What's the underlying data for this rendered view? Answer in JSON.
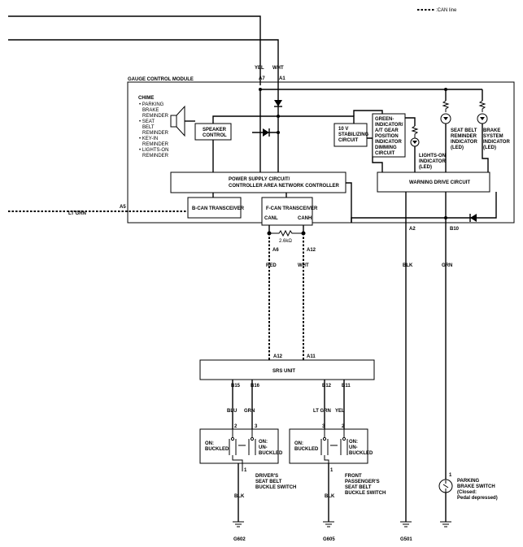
{
  "legend": {
    "can_line": ":CAN line"
  },
  "gauge": {
    "title": "GAUGE CONTROL MODULE",
    "chime": [
      "CHIME",
      "• PARKING",
      "BRAKE",
      "REMINDER",
      "• SEAT",
      "BELT",
      "REMINDER",
      "• KEY-IN",
      "REMINDER",
      "• LIGHTS-ON",
      "REMINDER"
    ],
    "speaker_control": [
      "SPEAKER",
      "CONTROL"
    ],
    "stabilizing": [
      "10 V",
      "STABILIZING",
      "CIRCUIT"
    ],
    "green_indicator": [
      "GREEN-",
      "INDICATOR/",
      "A/T GEAR",
      "POSITION",
      "INDICATOR",
      "DIMMING",
      "CIRCUIT"
    ],
    "lights_on": [
      "LIGHTS-ON",
      "INDICATOR",
      "(LED)"
    ],
    "seat_belt_led": [
      "SEAT BELT",
      "REMINDER",
      "INDICATOR",
      "(LED)"
    ],
    "brake_led": [
      "BRAKE",
      "SYSTEM",
      "INDICATOR",
      "(LED)"
    ],
    "power_supply": [
      "POWER SUPPLY CIRCUIT/",
      "CONTROLLER AREA NETWORK CONTROLLER"
    ],
    "warning_drive": "WARNING DRIVE CIRCUIT",
    "b_can": "B-CAN TRANSCEIVER",
    "f_can": "F-CAN TRANSCEIVER",
    "canl": "CANL",
    "canh": "CANH",
    "resistor": "2.6kΩ"
  },
  "wires": {
    "yel": "YEL",
    "wht": "WHT",
    "a7": "A7",
    "a1": "A1",
    "ltgrn": "LT GRN",
    "a5": "A5",
    "a6": "A6",
    "a12": "A12",
    "red": "RED",
    "wht2": "WHT",
    "a2": "A2",
    "blk_a2": "BLK",
    "b10": "B10",
    "grn_b10": "GRN"
  },
  "srs": {
    "title": "SRS UNIT",
    "a12": "A12",
    "a11": "A11",
    "b15": "B15",
    "b16": "B16",
    "b12": "B12",
    "b11": "B11",
    "blu": "BLU",
    "grn": "GRN",
    "ltgrn": "LT GRN",
    "yel": "YEL"
  },
  "switches": {
    "driver": {
      "on_buckled": [
        "ON:",
        "BUCKLED"
      ],
      "on_unbuckled": [
        "ON:",
        "UN-",
        "BUCKLED"
      ],
      "name": [
        "DRIVER'S",
        "SEAT BELT",
        "BUCKLE SWITCH"
      ],
      "pin2": "2",
      "pin3": "3",
      "pin1": "1",
      "wire": "BLK",
      "ground": "G602"
    },
    "passenger": {
      "on_buckled": [
        "ON:",
        "BUCKLED"
      ],
      "on_unbuckled": [
        "ON:",
        "UN-",
        "BUCKLED"
      ],
      "name": [
        "FRONT",
        "PASSENGER'S",
        "SEAT BELT",
        "BUCKLE SWITCH"
      ],
      "pin3": "3",
      "pin2": "2",
      "pin1": "1",
      "wire": "BLK",
      "ground": "G605"
    }
  },
  "parking_brake": {
    "pin": "1",
    "name": [
      "PARKING",
      "BRAKE SWITCH",
      "(Closed:",
      "Pedal depressed)"
    ]
  },
  "grounds": {
    "g501": "G501"
  }
}
